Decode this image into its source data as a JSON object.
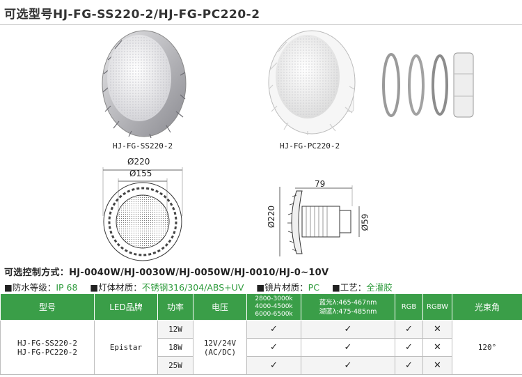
{
  "title": "可选型号HJ-FG-SS220-2/HJ-FG-PC220-2",
  "products": {
    "ss_caption": "HJ-FG-SS220-2",
    "pc_caption": "HJ-FG-PC220-2"
  },
  "dimensions": {
    "outer_diameter": "Ø220",
    "inner_diameter": "Ø155",
    "depth": "79",
    "height": "Ø220",
    "neck": "Ø59"
  },
  "control_line": "可选控制方式：HJ-0040W/HJ-0030W/HJ-0050W/HJ-0010/HJ-0~10V",
  "specs": {
    "waterproof_label": "■防水等级：",
    "waterproof_value": "IP 68",
    "body_label": "■灯体材质：",
    "body_value": "不锈钢316/304/ABS+UV",
    "lens_label": "■镜片材质：",
    "lens_value": "PC",
    "craft_label": "■工艺：",
    "craft_value": "全灌胶"
  },
  "table": {
    "headers": {
      "model": "型号",
      "brand": "LED品牌",
      "power": "功率",
      "voltage": "电压",
      "cct1": "2800-3000k",
      "cct2": "4000-4500k",
      "cct3": "6000-6500k",
      "blue1": "蓝光λ:465-467nm",
      "blue2": "湖蓝λ:475-485nm",
      "rgb": "RGB",
      "rgbw": "RGBW",
      "beam": "光束角"
    },
    "model1": "HJ-FG-SS220-2",
    "model2": "HJ-FG-PC220-2",
    "brand": "Epistar",
    "voltage1": "12V/24V",
    "voltage2": "(AC/DC)",
    "beam": "120°",
    "rows": [
      {
        "power": "12W",
        "cct": "✓",
        "blue": "✓",
        "rgb": "✓",
        "rgbw": "✕"
      },
      {
        "power": "18W",
        "cct": "✓",
        "blue": "✓",
        "rgb": "✓",
        "rgbw": "✕"
      },
      {
        "power": "25W",
        "cct": "✓",
        "blue": "✓",
        "rgb": "✓",
        "rgbw": "✕"
      }
    ]
  }
}
